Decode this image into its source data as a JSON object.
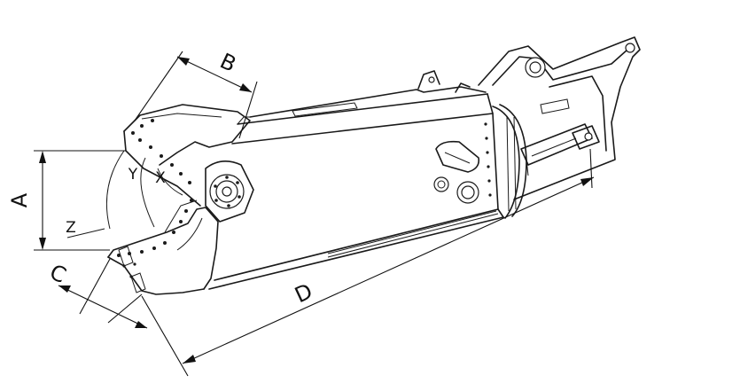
{
  "dimension_labels": {
    "a": "A",
    "b": "B",
    "c": "C",
    "d": "D",
    "x": "X",
    "y": "Y",
    "z": "Z"
  },
  "colors": {
    "line": "#1a1a1a",
    "background": "#ffffff"
  }
}
